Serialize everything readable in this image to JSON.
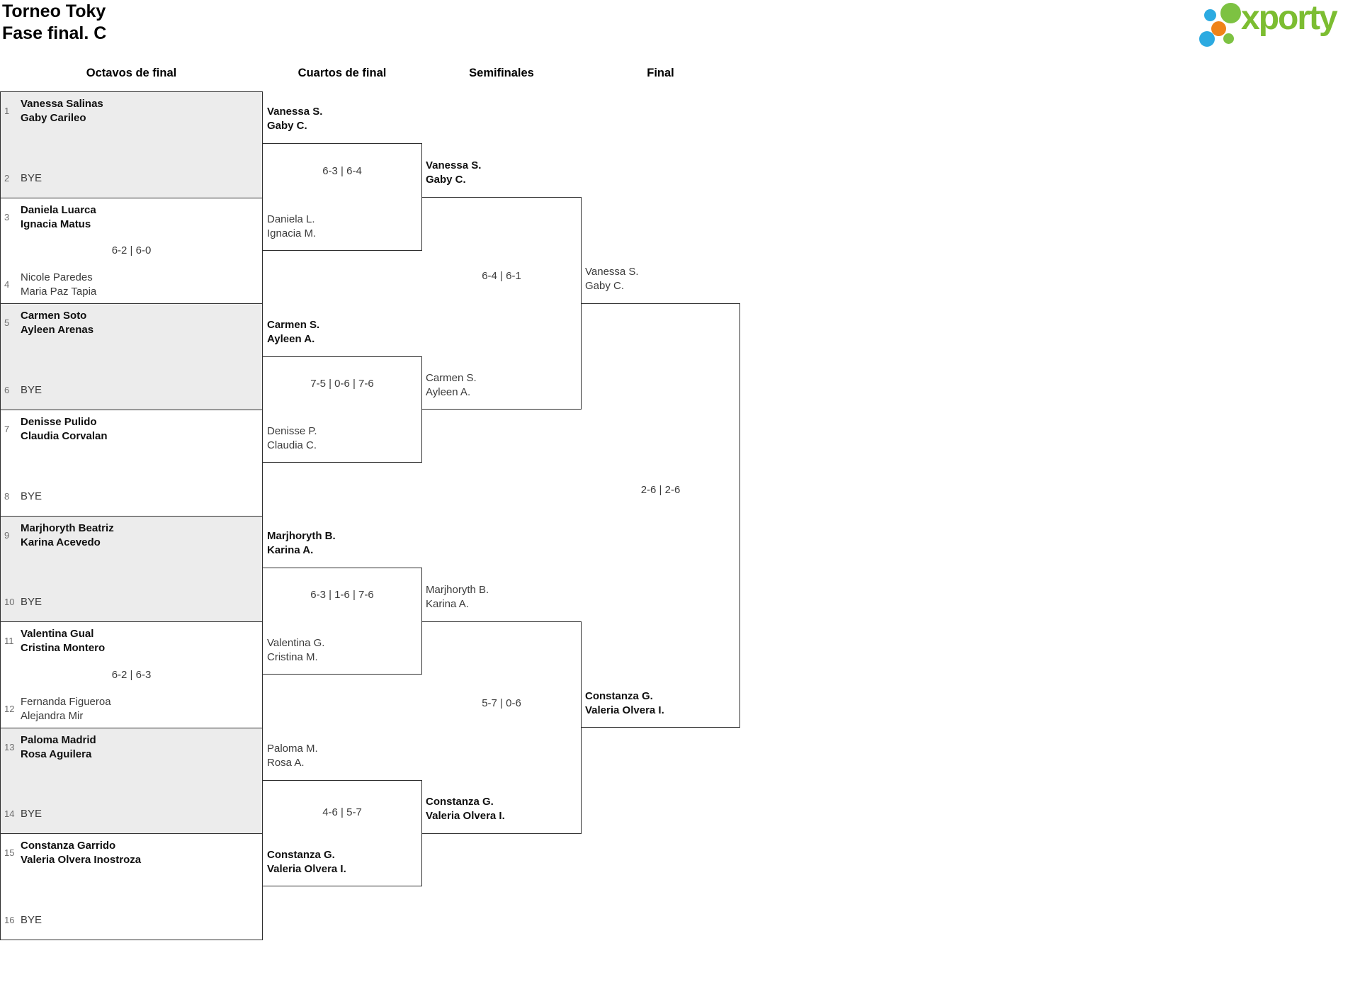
{
  "page": {
    "title_line1": "Torneo Toky",
    "title_line2": "Fase final. C"
  },
  "logo": {
    "text": "xporty",
    "green": "#7cbd31",
    "blue": "#2caae1",
    "orange": "#ef8318"
  },
  "round_headers": [
    "Octavos de final",
    "Cuartos de final",
    "Semifinales",
    "Final"
  ],
  "octavos": [
    {
      "top": {
        "seed": "1",
        "p1": "Vanessa Salinas",
        "p2": "Gaby Carileo",
        "winner": true
      },
      "bottom": {
        "seed": "2",
        "p1": "BYE",
        "bye": true
      },
      "score": ""
    },
    {
      "top": {
        "seed": "3",
        "p1": "Daniela Luarca",
        "p2": "Ignacia Matus",
        "winner": true
      },
      "bottom": {
        "seed": "4",
        "p1": "Nicole Paredes",
        "p2": "Maria Paz Tapia",
        "winner": false
      },
      "score": "6-2 | 6-0"
    },
    {
      "top": {
        "seed": "5",
        "p1": "Carmen Soto",
        "p2": "Ayleen Arenas",
        "winner": true
      },
      "bottom": {
        "seed": "6",
        "p1": "BYE",
        "bye": true
      },
      "score": ""
    },
    {
      "top": {
        "seed": "7",
        "p1": "Denisse Pulido",
        "p2": "Claudia Corvalan",
        "winner": true
      },
      "bottom": {
        "seed": "8",
        "p1": "BYE",
        "bye": true
      },
      "score": ""
    },
    {
      "top": {
        "seed": "9",
        "p1": "Marjhoryth Beatriz",
        "p2": "Karina Acevedo",
        "winner": true
      },
      "bottom": {
        "seed": "10",
        "p1": "BYE",
        "bye": true
      },
      "score": ""
    },
    {
      "top": {
        "seed": "11",
        "p1": "Valentina Gual",
        "p2": "Cristina Montero",
        "winner": true
      },
      "bottom": {
        "seed": "12",
        "p1": "Fernanda Figueroa",
        "p2": "Alejandra Mir",
        "winner": false
      },
      "score": "6-2 | 6-3"
    },
    {
      "top": {
        "seed": "13",
        "p1": "Paloma Madrid",
        "p2": "Rosa Aguilera",
        "winner": true
      },
      "bottom": {
        "seed": "14",
        "p1": "BYE",
        "bye": true
      },
      "score": ""
    },
    {
      "top": {
        "seed": "15",
        "p1": "Constanza Garrido",
        "p2": "Valeria Olvera Inostroza",
        "winner": true
      },
      "bottom": {
        "seed": "16",
        "p1": "BYE",
        "bye": true
      },
      "score": ""
    }
  ],
  "cuartos": [
    {
      "top": {
        "p1": "Vanessa S.",
        "p2": "Gaby C.",
        "winner": true
      },
      "bottom": {
        "p1": "Daniela L.",
        "p2": "Ignacia M.",
        "winner": false
      },
      "score": "6-3 | 6-4"
    },
    {
      "top": {
        "p1": "Carmen S.",
        "p2": "Ayleen A.",
        "winner": true
      },
      "bottom": {
        "p1": "Denisse P.",
        "p2": "Claudia C.",
        "winner": false
      },
      "score": "7-5 | 0-6 | 7-6"
    },
    {
      "top": {
        "p1": "Marjhoryth B.",
        "p2": "Karina A.",
        "winner": true
      },
      "bottom": {
        "p1": "Valentina G.",
        "p2": "Cristina M.",
        "winner": false
      },
      "score": "6-3 | 1-6 | 7-6"
    },
    {
      "top": {
        "p1": "Paloma M.",
        "p2": "Rosa A.",
        "winner": false
      },
      "bottom": {
        "p1": "Constanza G.",
        "p2": "Valeria Olvera I.",
        "winner": true
      },
      "score": "4-6 | 5-7"
    }
  ],
  "semifinales": [
    {
      "top": {
        "p1": "Vanessa S.",
        "p2": "Gaby C.",
        "winner": true
      },
      "bottom": {
        "p1": "Carmen S.",
        "p2": "Ayleen A.",
        "winner": false
      },
      "score": "6-4 | 6-1"
    },
    {
      "top": {
        "p1": "Marjhoryth B.",
        "p2": "Karina A.",
        "winner": false
      },
      "bottom": {
        "p1": "Constanza G.",
        "p2": "Valeria Olvera I.",
        "winner": true
      },
      "score": "5-7 | 0-6"
    }
  ],
  "final": [
    {
      "top": {
        "p1": "Vanessa S.",
        "p2": "Gaby C.",
        "winner": false
      },
      "bottom": {
        "p1": "Constanza G.",
        "p2": "Valeria Olvera I.",
        "winner": true
      },
      "score": "2-6 | 2-6"
    }
  ]
}
